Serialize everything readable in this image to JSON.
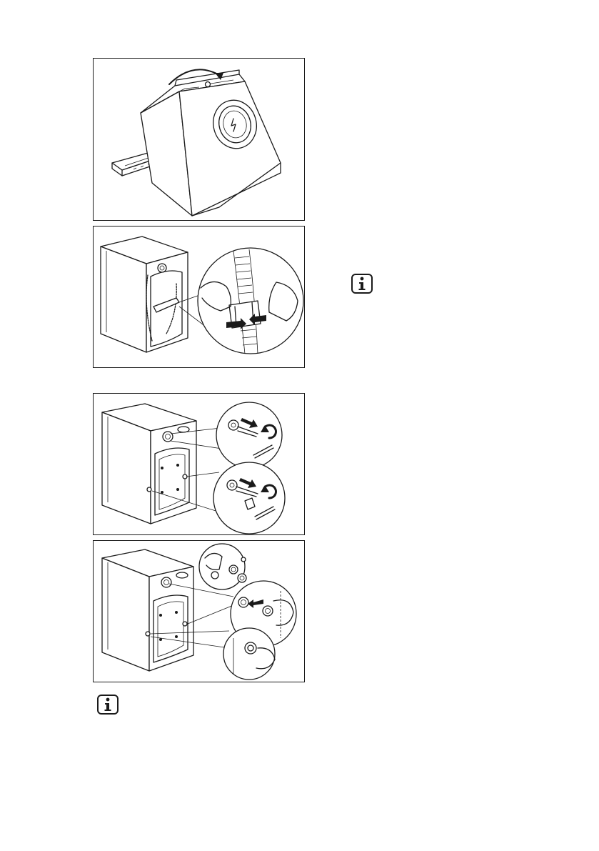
{
  "figures": [
    {
      "id": "fig1",
      "depicts": "washing-machine-tilted-on-back-with-packaging-base-removed"
    },
    {
      "id": "fig2",
      "depicts": "removing-hose-clips-at-back-panel"
    },
    {
      "id": "fig3",
      "depicts": "unscrewing-transit-bolts-with-spanner"
    },
    {
      "id": "fig4",
      "depicts": "inserting-plastic-caps-into-bolt-holes"
    }
  ],
  "icons": {
    "info_right": "info-icon",
    "info_bottom": "info-icon"
  }
}
